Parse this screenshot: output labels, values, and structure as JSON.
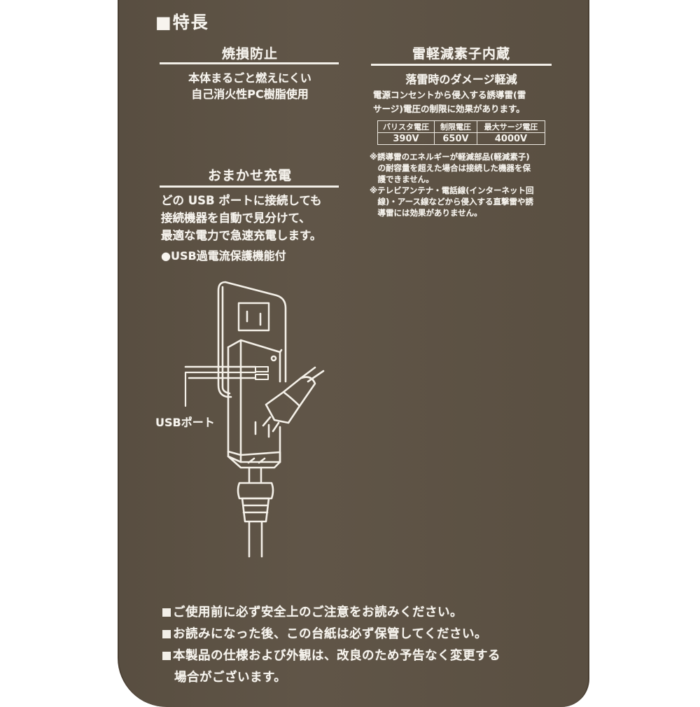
{
  "header": {
    "title": "特長",
    "bullet": "■"
  },
  "sections": {
    "burn_prevention": {
      "heading": "焼損防止",
      "lines": [
        "本体まるごと燃えにくい",
        "自己消火性PC樹脂使用"
      ]
    },
    "lightning": {
      "heading": "雷軽減素子内蔵",
      "subheading": "落雷時のダメージ軽減",
      "lines": [
        "電源コンセントから侵入する誘導雷(雷",
        "サージ)電圧の制限に効果があります。"
      ],
      "table": {
        "headers": [
          "バリスタ電圧",
          "制限電圧",
          "最大サージ電圧"
        ],
        "values": [
          "390V",
          "650V",
          "4000V"
        ]
      },
      "notes": [
        [
          "※誘導雷のエネルギーが軽減部品(軽減素子)",
          "　の耐容量を超えた場合は接続した機器を保",
          "　護できません。"
        ],
        [
          "※テレビアンテナ・電話線(インターネット回",
          "　線)・アース線などから侵入する直撃雷や誘",
          "　導雷には効果がありません。"
        ]
      ]
    },
    "auto_charge": {
      "heading": "おまかせ充電",
      "lines": [
        "どの USB ポートに接続しても",
        "接続機器を自動で見分けて、",
        "最適な電力で急速充電します。"
      ],
      "feature": "●USB過電流保護機能付"
    }
  },
  "illustration": {
    "label": "USBポート",
    "description": "wall-outlet-with-power-tap-and-plugs"
  },
  "footer": {
    "items": [
      "ご使用前に必ず安全上のご注意をお読みください。",
      "お読みになった後、この台紙は必ず保管してください。",
      "本製品の仕様および外観は、改良のため予告なく変更する"
    ],
    "continuation": "場合がございます。"
  },
  "colors": {
    "card": "#5d5244",
    "text": "#f7f4ee",
    "background": "#ffffff"
  }
}
